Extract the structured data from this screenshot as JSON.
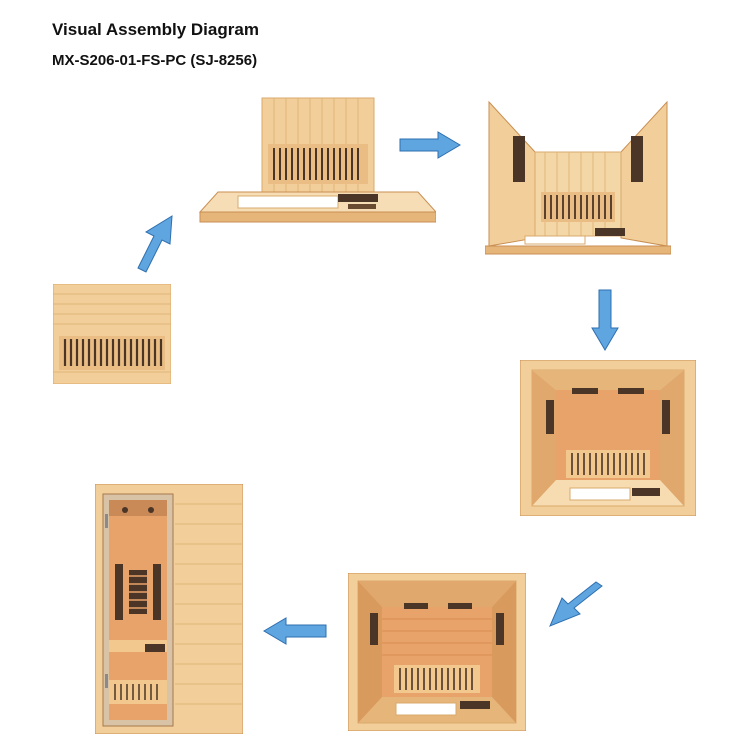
{
  "header": {
    "title": "Visual Assembly Diagram",
    "model": "MX-S206-01-FS-PC (SJ-8256)"
  },
  "colors": {
    "wood_light": "#f2cf9a",
    "wood_mid": "#e6b57a",
    "wood_dark": "#c98f52",
    "interior": "#e8a36a",
    "heater": "#4a3526",
    "arrow": "#5fa6e0",
    "arrow_edge": "#2f6fb0",
    "glass": "#d9c3a6"
  },
  "steps": [
    {
      "name": "back-panel"
    },
    {
      "name": "back-panel-on-floor"
    },
    {
      "name": "side-walls-added"
    },
    {
      "name": "front-frame-added"
    },
    {
      "name": "roof-added"
    },
    {
      "name": "completed-sauna"
    }
  ]
}
